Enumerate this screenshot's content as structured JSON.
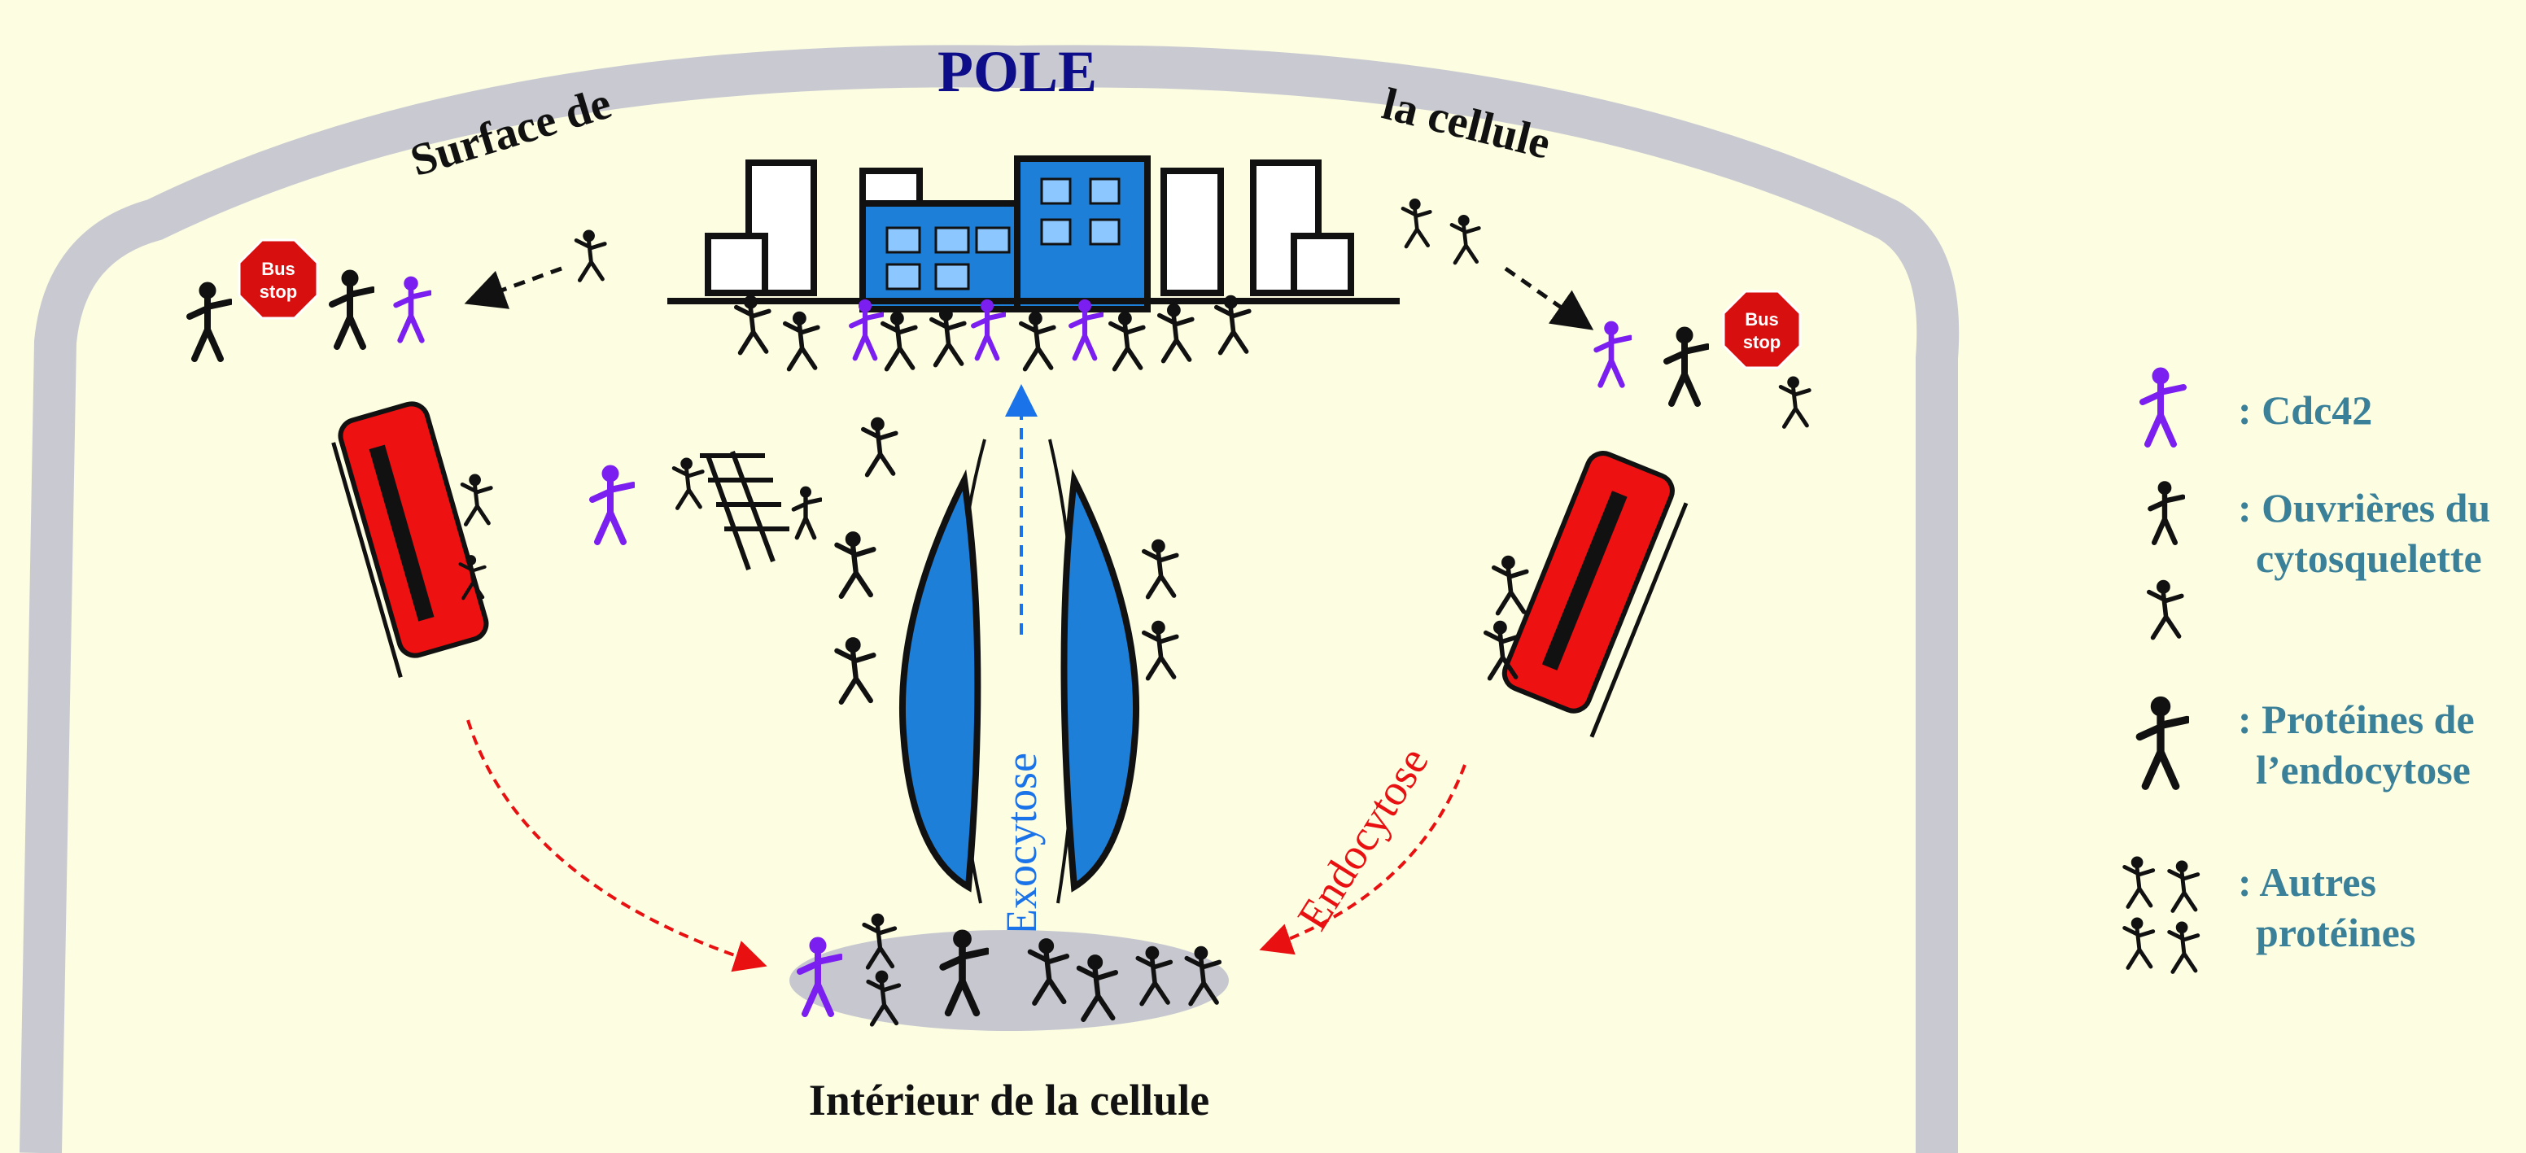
{
  "diagram": {
    "membrane_left": "Surface de",
    "pole": "POLE",
    "membrane_right": "la cellule",
    "interior": "Intérieur de la cellule",
    "exocytosis": "Exocytose",
    "endocytosis": "Endocytose",
    "bus_stop_line1": "Bus",
    "bus_stop_line2": "stop"
  },
  "legend": {
    "items": [
      {
        "prefix": ": ",
        "label": "Cdc42",
        "line2": ""
      },
      {
        "prefix": ": ",
        "label": "Ouvrières du",
        "line2": "cytosquelette"
      },
      {
        "prefix": ": ",
        "label": "Protéines de",
        "line2": "l’endocytose"
      },
      {
        "prefix": ": ",
        "label": "Autres",
        "line2": "protéines"
      }
    ]
  },
  "colors": {
    "background": "#fdfde2",
    "membrane": "#c9cad1",
    "pole": "#0d0d8a",
    "cdc42": "#7b1ff0",
    "exocytosis": "#1a73e8",
    "endocytosis": "#e81010",
    "bus": "#ee1111",
    "vesicle": "#1e7fd8",
    "legend_text": "#3a8098"
  }
}
